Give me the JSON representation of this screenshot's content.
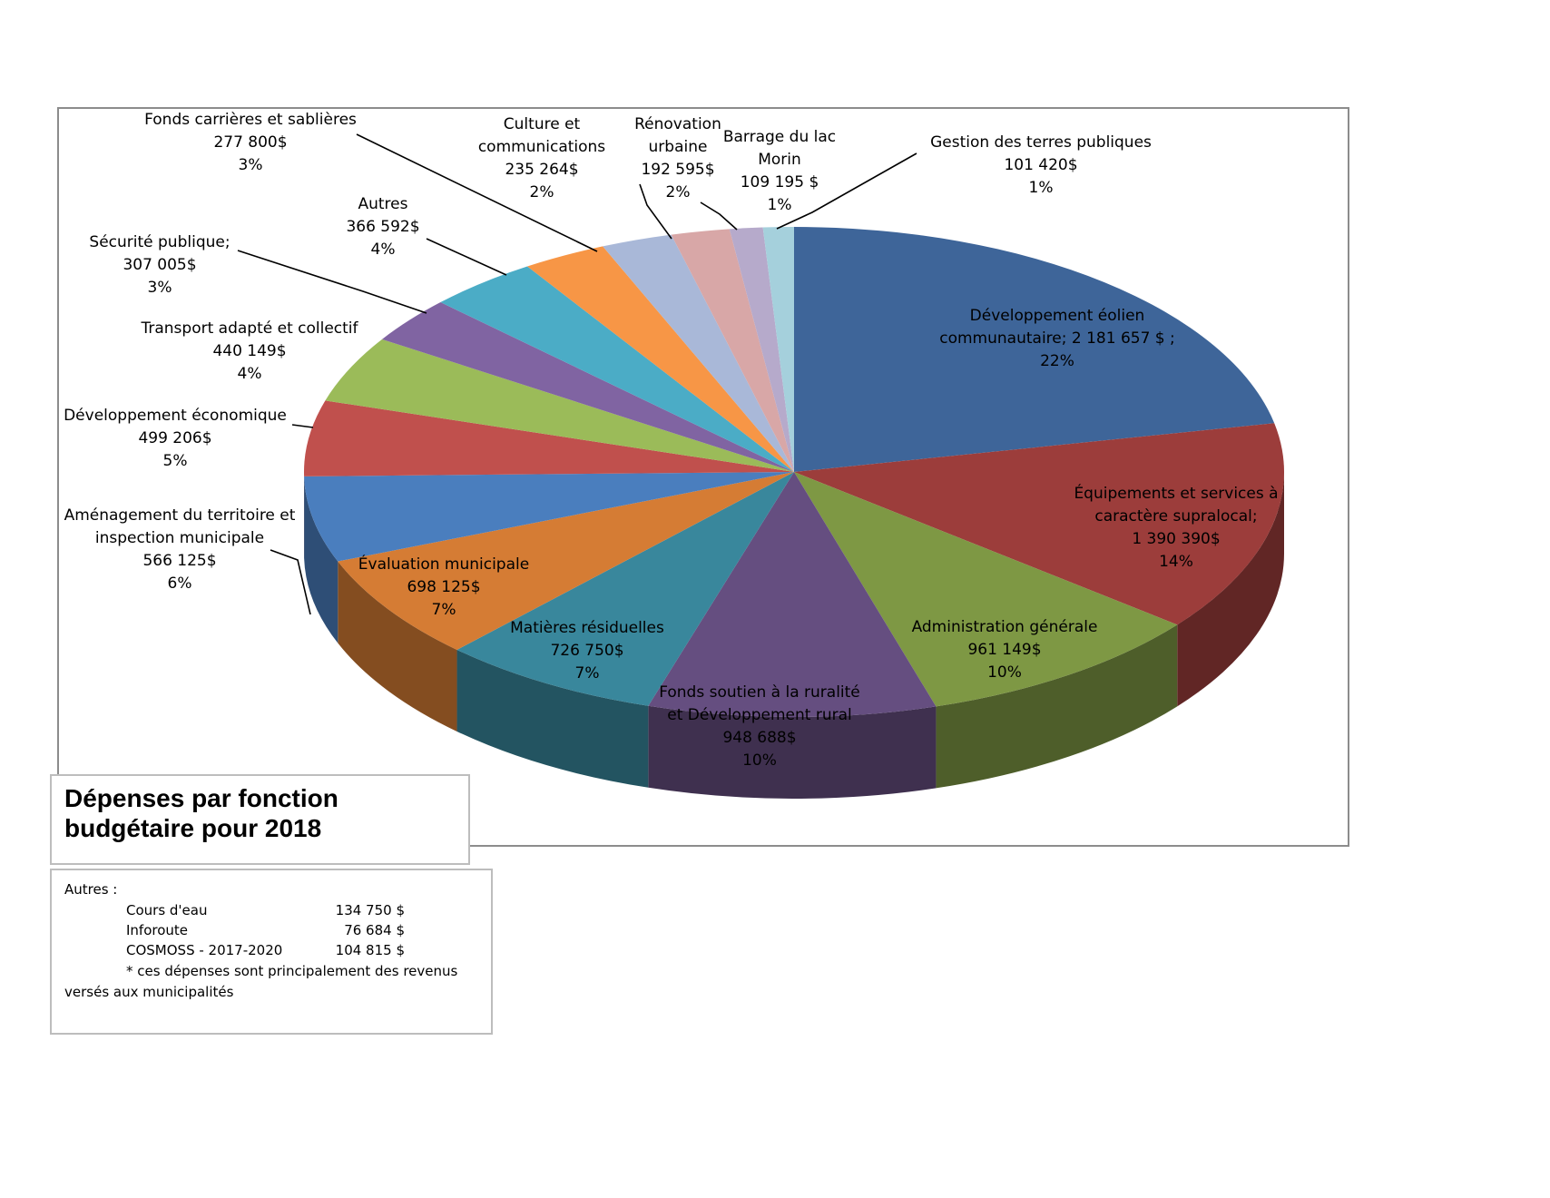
{
  "chart_data": {
    "type": "pie",
    "title": "Dépenses par fonction budgétaire pour 2018",
    "slices": [
      {
        "label": [
          "Développement éolien",
          "communautaire;  2 181 657  $ ;"
        ],
        "value": 2181657,
        "percent": "22%",
        "color": "#3e6599"
      },
      {
        "label": [
          "Équipements et services à",
          "caractère supralocal;"
        ],
        "amount": "1 390 390$",
        "value": 1390390,
        "percent": "14%",
        "color": "#9c3d3b"
      },
      {
        "label": [
          "Administration générale"
        ],
        "amount": "961 149$",
        "value": 961149,
        "percent": "10%",
        "color": "#7e9844"
      },
      {
        "label": [
          "Fonds soutien à la ruralité",
          "et Développement rural"
        ],
        "amount": "948 688$",
        "value": 948688,
        "percent": "10%",
        "color": "#654e80"
      },
      {
        "label": [
          "Matières résiduelles"
        ],
        "amount": "726 750$",
        "value": 726750,
        "percent": "7%",
        "color": "#39879c"
      },
      {
        "label": [
          "Évaluation municipale"
        ],
        "amount": "698 125$",
        "value": 698125,
        "percent": "7%",
        "color": "#d57c34"
      },
      {
        "label": [
          "Aménagement du territoire et",
          "inspection municipale"
        ],
        "amount": "566 125$",
        "value": 566125,
        "percent": "6%",
        "color": "#4a7ebe"
      },
      {
        "label": [
          "Développement économique"
        ],
        "amount": "499 206$",
        "value": 499206,
        "percent": "5%",
        "color": "#c0504d"
      },
      {
        "label": [
          "Transport adapté et collectif"
        ],
        "amount": "440 149$",
        "value": 440149,
        "percent": "4%",
        "color": "#9bbb59"
      },
      {
        "label": [
          "Sécurité publique;"
        ],
        "amount": "307 005$",
        "value": 307005,
        "percent": "3%",
        "color": "#8064a2"
      },
      {
        "label": [
          "Autres"
        ],
        "amount": "366 592$",
        "value": 366592,
        "percent": "4%",
        "color": "#4bacc6"
      },
      {
        "label": [
          "Fonds carrières et sablières"
        ],
        "amount": "277 800$",
        "value": 277800,
        "percent": "3%",
        "color": "#f79646"
      },
      {
        "label": [
          "Culture et",
          "communications"
        ],
        "amount": "235 264$",
        "value": 235264,
        "percent": "2%",
        "color": "#a9b8d8"
      },
      {
        "label": [
          "Rénovation",
          "urbaine"
        ],
        "amount": "192 595$",
        "value": 192595,
        "percent": "2%",
        "color": "#d8a7a7"
      },
      {
        "label": [
          "Barrage du lac",
          "Morin"
        ],
        "amount": "109 195  $",
        "value": 109195,
        "percent": "1%",
        "color": "#b6aacb"
      },
      {
        "label": [
          "Gestion des terres publiques"
        ],
        "amount": "101 420$",
        "value": 101420,
        "percent": "1%",
        "color": "#a5d0dc"
      }
    ]
  },
  "notes": {
    "heading": "Autres :",
    "items": [
      {
        "name": "Cours d'eau",
        "amount": "134 750 $"
      },
      {
        "name": "Inforoute",
        "amount": "76 684 $"
      },
      {
        "name": "COSMOSS  - 2017-2020",
        "amount": "104 815 $"
      }
    ],
    "footnote_line1": "* ces dépenses sont principalement des revenus",
    "footnote_line2": "versés aux municipalités"
  }
}
